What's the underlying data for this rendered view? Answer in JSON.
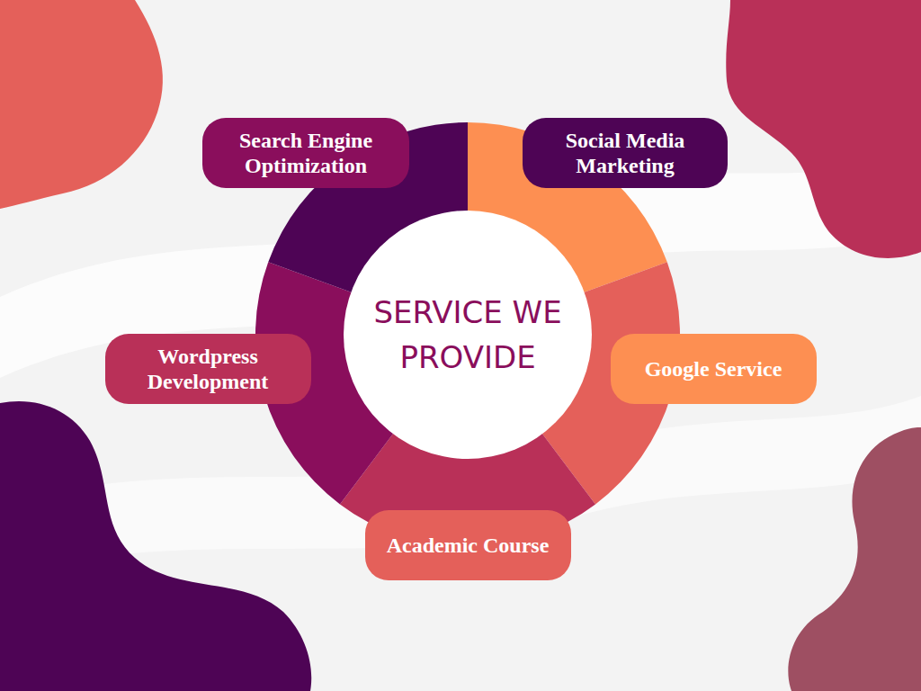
{
  "diagram": {
    "title": "SERVICE WE PROVIDE",
    "nodes": [
      {
        "text": [
          "Search Engine Optimization"
        ]
      },
      {
        "text": [
          "Social Media Marketing"
        ]
      },
      {
        "text": [
          "Wordpress Development"
        ]
      },
      {
        "text": [
          "Google Service"
        ]
      },
      {
        "text": [
          "Academic Course"
        ]
      }
    ]
  }
}
